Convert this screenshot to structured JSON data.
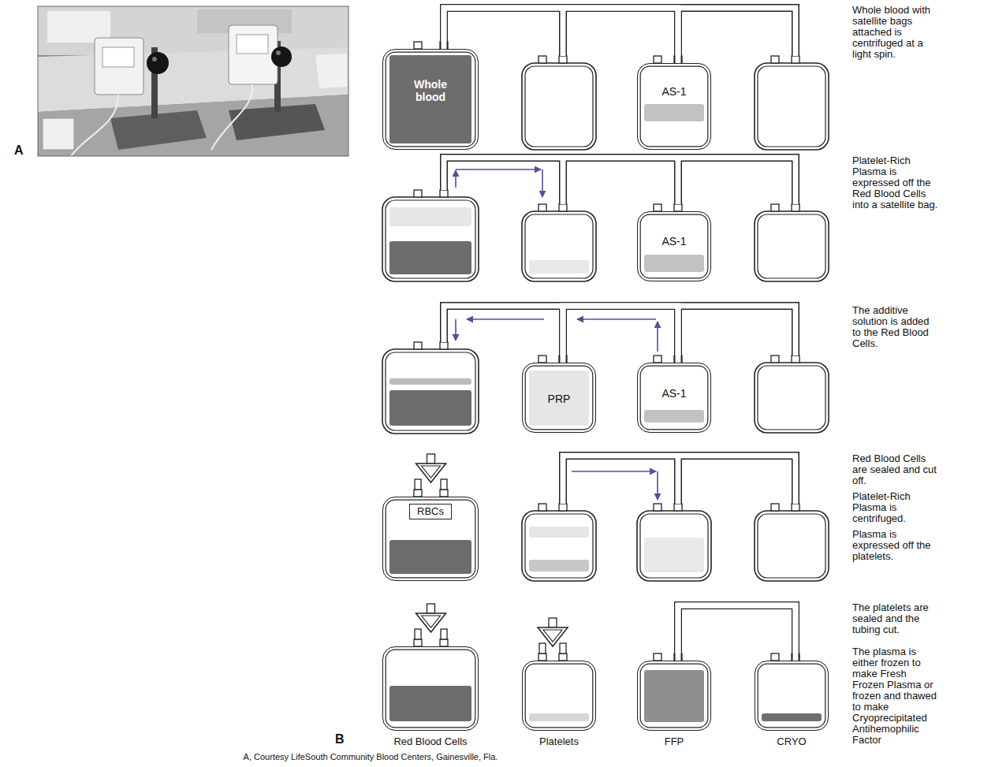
{
  "diagram": {
    "caption": "A, Courtesy LifeSouth Community Blood Centers, Gainesville, Fla.",
    "nodes": [
      {
        "text": [
          "Whole blood"
        ]
      },
      {
        "text": [
          "AS-1"
        ]
      },
      {
        "text": [
          "AS-1"
        ]
      },
      {
        "text": [
          "PRP"
        ]
      },
      {
        "text": [
          "AS-1"
        ]
      },
      {
        "text": [
          "RBCs"
        ]
      },
      {
        "text": [
          "Red Blood Cells"
        ]
      },
      {
        "text": [
          "Platelets"
        ]
      },
      {
        "text": [
          "FFP"
        ]
      },
      {
        "text": [
          "CRYO"
        ]
      }
    ],
    "edges": [
      {
        "from": 0,
        "to": 1,
        "arrow": "none"
      },
      {
        "from": 3,
        "to": 4,
        "arrow": "none"
      },
      {
        "from": 8,
        "to": 9,
        "arrow": "none"
      }
    ],
    "labels": [
      "A",
      "Whole blood with satellite bags attached is centrifuged at a light spin.",
      "Platelet-Rich Plasma is expressed off the Red Blood Cells into a satellite bag.",
      "The additive solution is added to the Red Blood Cells.",
      "Red Blood Cells are sealed and cut off.",
      "Platelet-Rich Plasma is centrifuged.",
      "Plasma is expressed off the platelets.",
      "The platelets are sealed and the tubing cut.",
      "The plasma is either frozen to make Fresh Frozen Plasma or frozen and thawed to make Cryoprecipitated Antihemophilic Factor",
      "B"
    ]
  }
}
